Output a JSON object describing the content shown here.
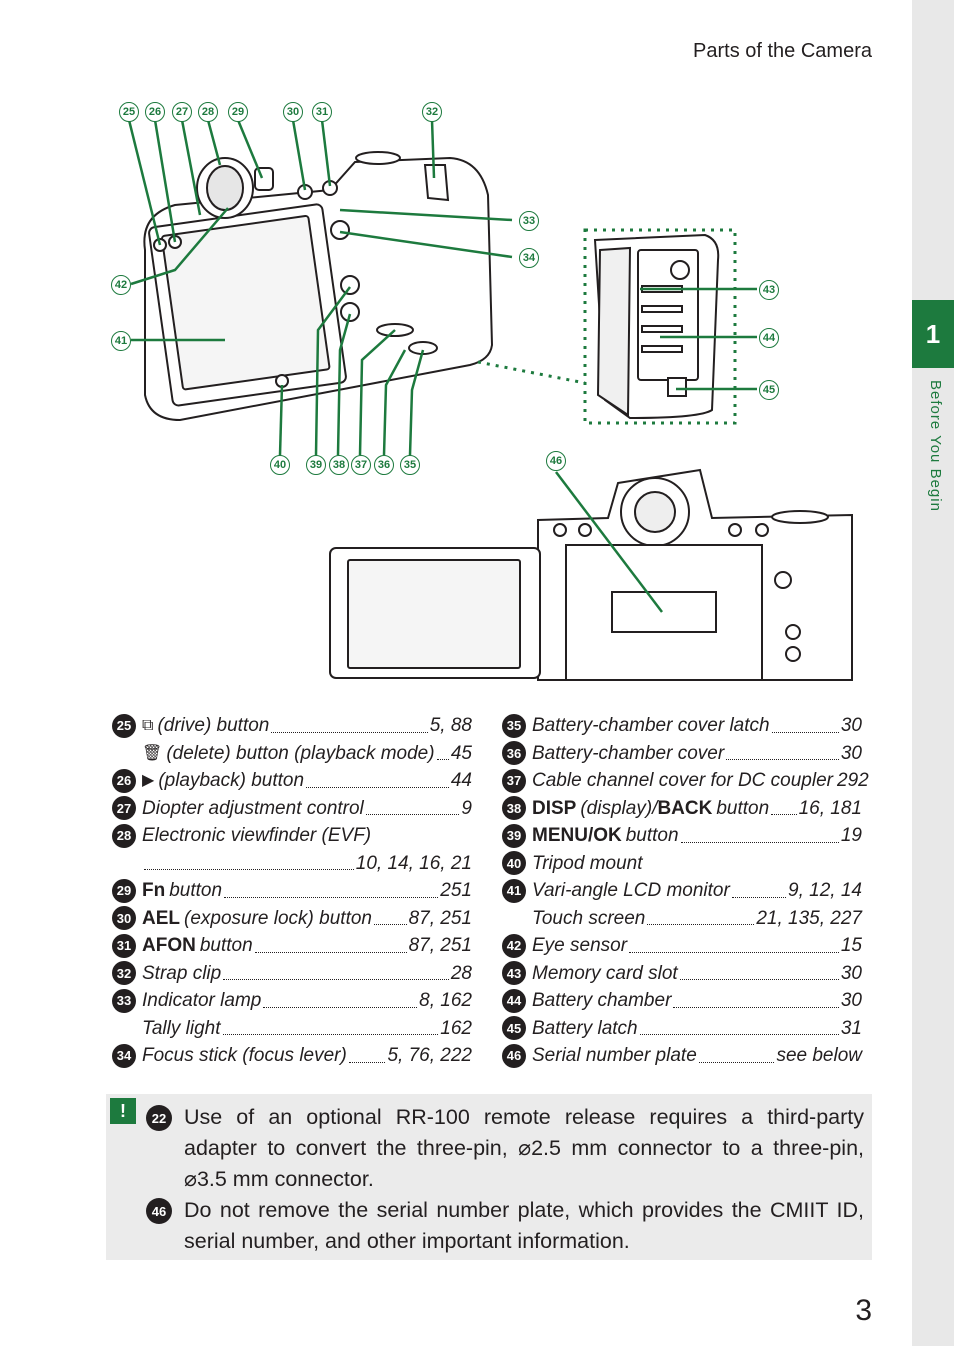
{
  "header": {
    "section_title": "Parts of the Camera"
  },
  "sidebar": {
    "chapter_number": "1",
    "chapter_title": "Before You Begin"
  },
  "page_number": "3",
  "colors": {
    "accent": "#1d7a3e",
    "text": "#231f20",
    "note_bg": "#ebebeb",
    "tab_bg": "#e8e8e8"
  },
  "figure_callouts": {
    "c25": "25",
    "c26": "26",
    "c27": "27",
    "c28": "28",
    "c29": "29",
    "c30": "30",
    "c31": "31",
    "c32": "32",
    "c33": "33",
    "c34": "34",
    "c35": "35",
    "c36": "36",
    "c37": "37",
    "c38": "38",
    "c39": "39",
    "c40": "40",
    "c41": "41",
    "c42": "42",
    "c43": "43",
    "c44": "44",
    "c45": "45",
    "c46": "46"
  },
  "legend_left": [
    {
      "num": "25",
      "icon": "drive-icon",
      "text": "(drive) button",
      "page": "5, 88"
    },
    {
      "num": "",
      "icon": "trash-icon",
      "text": "(delete) button (playback mode)",
      "page": "45"
    },
    {
      "num": "26",
      "icon": "play-icon",
      "text": "(playback) button",
      "page": "44"
    },
    {
      "num": "27",
      "text": "Diopter adjustment control",
      "page": "9"
    },
    {
      "num": "28",
      "text": "Electronic viewfinder (EVF)",
      "page": ""
    },
    {
      "num": "",
      "text": "",
      "page": "10, 14, 16, 21"
    },
    {
      "num": "29",
      "bold": "Fn",
      "text": "button",
      "page": "251"
    },
    {
      "num": "30",
      "bold": "AEL",
      "text": "(exposure lock) button",
      "page": "87, 251"
    },
    {
      "num": "31",
      "bold": "AFON",
      "text": "button",
      "page": "87, 251"
    },
    {
      "num": "32",
      "text": "Strap clip",
      "page": "28"
    },
    {
      "num": "33",
      "text": "Indicator lamp",
      "page": "8, 162"
    },
    {
      "num": "",
      "text": "Tally light",
      "page": "162"
    },
    {
      "num": "34",
      "text": "Focus stick (focus lever)",
      "page": "5, 76, 222"
    }
  ],
  "legend_right": [
    {
      "num": "35",
      "text": "Battery-chamber cover latch",
      "page": "30"
    },
    {
      "num": "36",
      "text": "Battery-chamber cover",
      "page": "30"
    },
    {
      "num": "37",
      "text": "Cable channel cover for DC coupler",
      "page": "292"
    },
    {
      "num": "38",
      "bold": "DISP",
      "text": "(display)/",
      "bold2": "BACK",
      "text2": "button",
      "page": "16, 181"
    },
    {
      "num": "39",
      "bold": "MENU/OK",
      "text": "button",
      "page": "19"
    },
    {
      "num": "40",
      "text": "Tripod mount",
      "page": ""
    },
    {
      "num": "41",
      "text": "Vari-angle LCD monitor",
      "page": "9, 12, 14"
    },
    {
      "num": "",
      "text": "Touch screen",
      "page": "21, 135, 227"
    },
    {
      "num": "42",
      "text": "Eye sensor",
      "page": "15"
    },
    {
      "num": "43",
      "text": "Memory card slot",
      "page": "30"
    },
    {
      "num": "44",
      "text": "Battery chamber",
      "page": "30"
    },
    {
      "num": "45",
      "text": "Battery latch",
      "page": "31"
    },
    {
      "num": "46",
      "text": "Serial number plate",
      "page": "see below"
    }
  ],
  "notes": [
    {
      "num": "22",
      "text": "Use of an optional RR-100 remote release requires a third-party adapter to convert the three-pin, ⌀2.5 mm connector to a three-pin, ⌀3.5 mm connector."
    },
    {
      "num": "46",
      "text": "Do not remove the serial number plate, which provides the CMIIT ID, serial number, and other important information."
    }
  ]
}
